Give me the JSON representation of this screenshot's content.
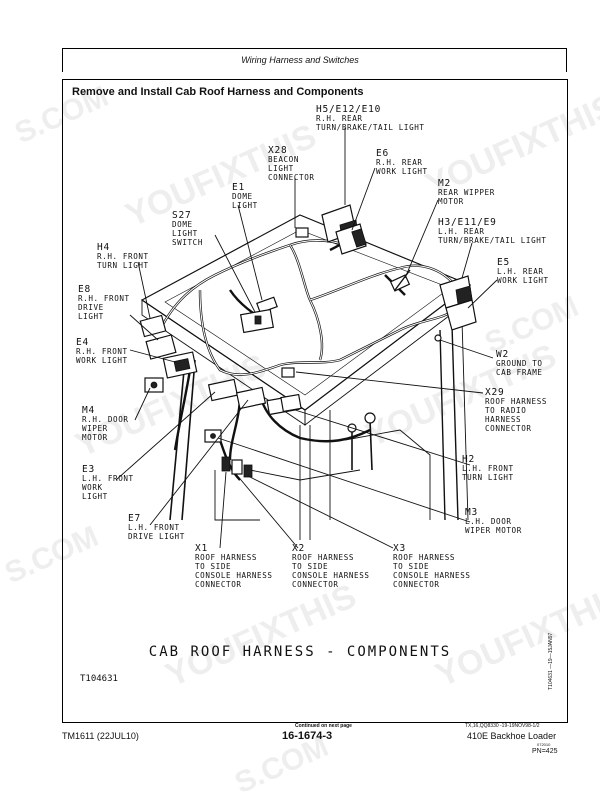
{
  "header": {
    "title": "Wiring Harness and Switches"
  },
  "section": {
    "title": "Remove and Install Cab Roof Harness and Components"
  },
  "labels": {
    "h5": {
      "id": "H5/E12/E10",
      "l1": "R.H. REAR",
      "l2": "TURN/BRAKE/TAIL LIGHT"
    },
    "x28": {
      "id": "X28",
      "l1": "BEACON",
      "l2": "LIGHT",
      "l3": "CONNECTOR"
    },
    "e6": {
      "id": "E6",
      "l1": "R.H. REAR",
      "l2": "WORK LIGHT"
    },
    "m2": {
      "id": "M2",
      "l1": "REAR WIPPER",
      "l2": "MOTOR"
    },
    "e1": {
      "id": "E1",
      "l1": "DOME",
      "l2": "LIGHT"
    },
    "h3": {
      "id": "H3/E11/E9",
      "l1": "L.H. REAR",
      "l2": "TURN/BRAKE/TAIL LIGHT"
    },
    "s27": {
      "id": "S27",
      "l1": "DOME",
      "l2": "LIGHT",
      "l3": "SWITCH"
    },
    "h4": {
      "id": "H4",
      "l1": "R.H. FRONT",
      "l2": "TURN LIGHT"
    },
    "e5": {
      "id": "E5",
      "l1": "L.H. REAR",
      "l2": "WORK LIGHT"
    },
    "e8": {
      "id": "E8",
      "l1": "R.H. FRONT",
      "l2": "DRIVE",
      "l3": "LIGHT"
    },
    "e4": {
      "id": "E4",
      "l1": "R.H. FRONT",
      "l2": "WORK LIGHT"
    },
    "w2": {
      "id": "W2",
      "l1": "GROUND TO",
      "l2": "CAB FRAME"
    },
    "x29": {
      "id": "X29",
      "l1": "ROOF HARNESS",
      "l2": "TO RADIO",
      "l3": "HARNESS",
      "l4": "CONNECTOR"
    },
    "m4": {
      "id": "M4",
      "l1": "R.H. DOOR",
      "l2": "WIPER",
      "l3": "MOTOR"
    },
    "h2": {
      "id": "H2",
      "l1": "L.H. FRONT",
      "l2": "TURN LIGHT"
    },
    "e3": {
      "id": "E3",
      "l1": "L.H. FRONT",
      "l2": "WORK",
      "l3": "LIGHT"
    },
    "m3": {
      "id": "M3",
      "l1": "L.H. DOOR",
      "l2": "WIPER MOTOR"
    },
    "e7": {
      "id": "E7",
      "l1": "L.H. FRONT",
      "l2": "DRIVE LIGHT"
    },
    "x1": {
      "id": "X1",
      "l1": "ROOF HARNESS",
      "l2": "TO SIDE",
      "l3": "CONSOLE HARNESS",
      "l4": "CONNECTOR"
    },
    "x2": {
      "id": "X2",
      "l1": "ROOF HARNESS",
      "l2": "TO SIDE",
      "l3": "CONSOLE HARNESS",
      "l4": "CONNECTOR"
    },
    "x3": {
      "id": "X3",
      "l1": "ROOF HARNESS",
      "l2": "TO SIDE",
      "l3": "CONSOLE HARNESS",
      "l4": "CONNECTOR"
    }
  },
  "figure": {
    "caption": "CAB ROOF HARNESS - COMPONENTS",
    "id": "T104631",
    "side_code": "T104631 —19—15JAN97"
  },
  "footer": {
    "continued": "Continued on next page",
    "doc_code": "TX,16,QQ8330 -19-19NOV98-1/2",
    "manual": "TM1611 (22JUL10)",
    "page": "16-1674-3",
    "model": "410E Backhoe Loader",
    "small_code": "072010",
    "pn": "PN=425"
  },
  "watermark": {
    "text": "YOUFIXTHIS",
    "short": "S.COM"
  }
}
